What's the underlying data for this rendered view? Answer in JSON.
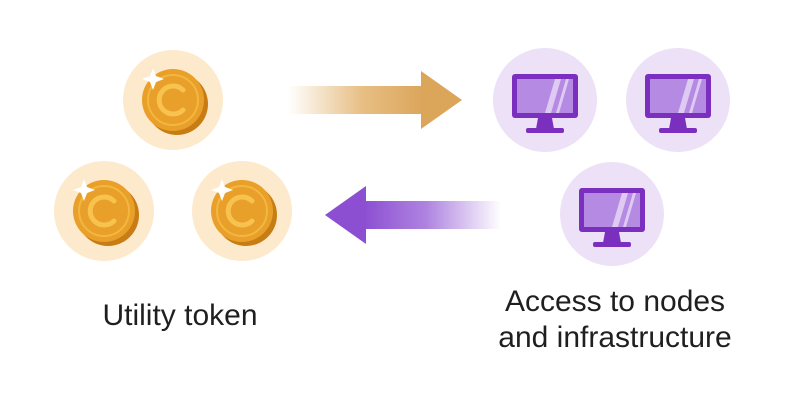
{
  "labels": {
    "token": "Utility token",
    "access_line1": "Access to nodes",
    "access_line2": "and infrastructure"
  },
  "icons": {
    "coin": "coin-icon",
    "monitor": "monitor-icon",
    "arrow_right": "arrow-right-icon",
    "arrow_left": "arrow-left-icon"
  },
  "colors": {
    "coin_circle": "#fde9cc",
    "coin_fill": "#e9a02b",
    "coin_rim": "#c87c14",
    "coin_symbol": "#f7c24d",
    "monitor_circle": "#ece1f6",
    "monitor_body": "#7b2fbf",
    "monitor_screen": "#b58ae3",
    "arrow_gold": "#e3b36e",
    "arrow_purple": "#9a63d8"
  }
}
